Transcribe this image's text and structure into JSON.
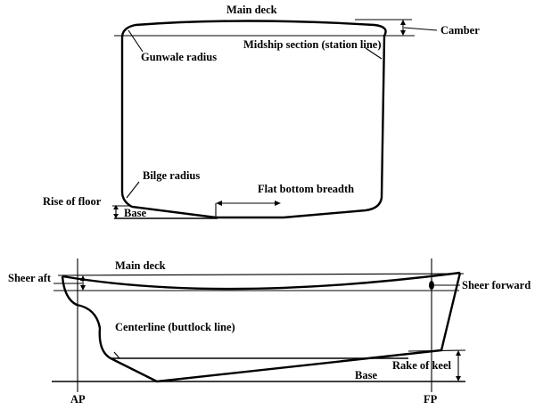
{
  "midship": {
    "main_deck": "Main deck",
    "camber": "Camber",
    "gunwale_radius": "Gunwale radius",
    "station_line": "Midship section (station line)",
    "bilge_radius": "Bilge radius",
    "flat_bottom_breadth": "Flat bottom breadth",
    "rise_of_floor": "Rise of floor",
    "base": "Base"
  },
  "profile": {
    "main_deck": "Main deck",
    "sheer_aft": "Sheer aft",
    "sheer_forward": "Sheer forward",
    "centerline": "Centerline (buttlock line)",
    "rake_of_keel": "Rake of keel",
    "base": "Base",
    "ap": "AP",
    "fp": "FP"
  }
}
